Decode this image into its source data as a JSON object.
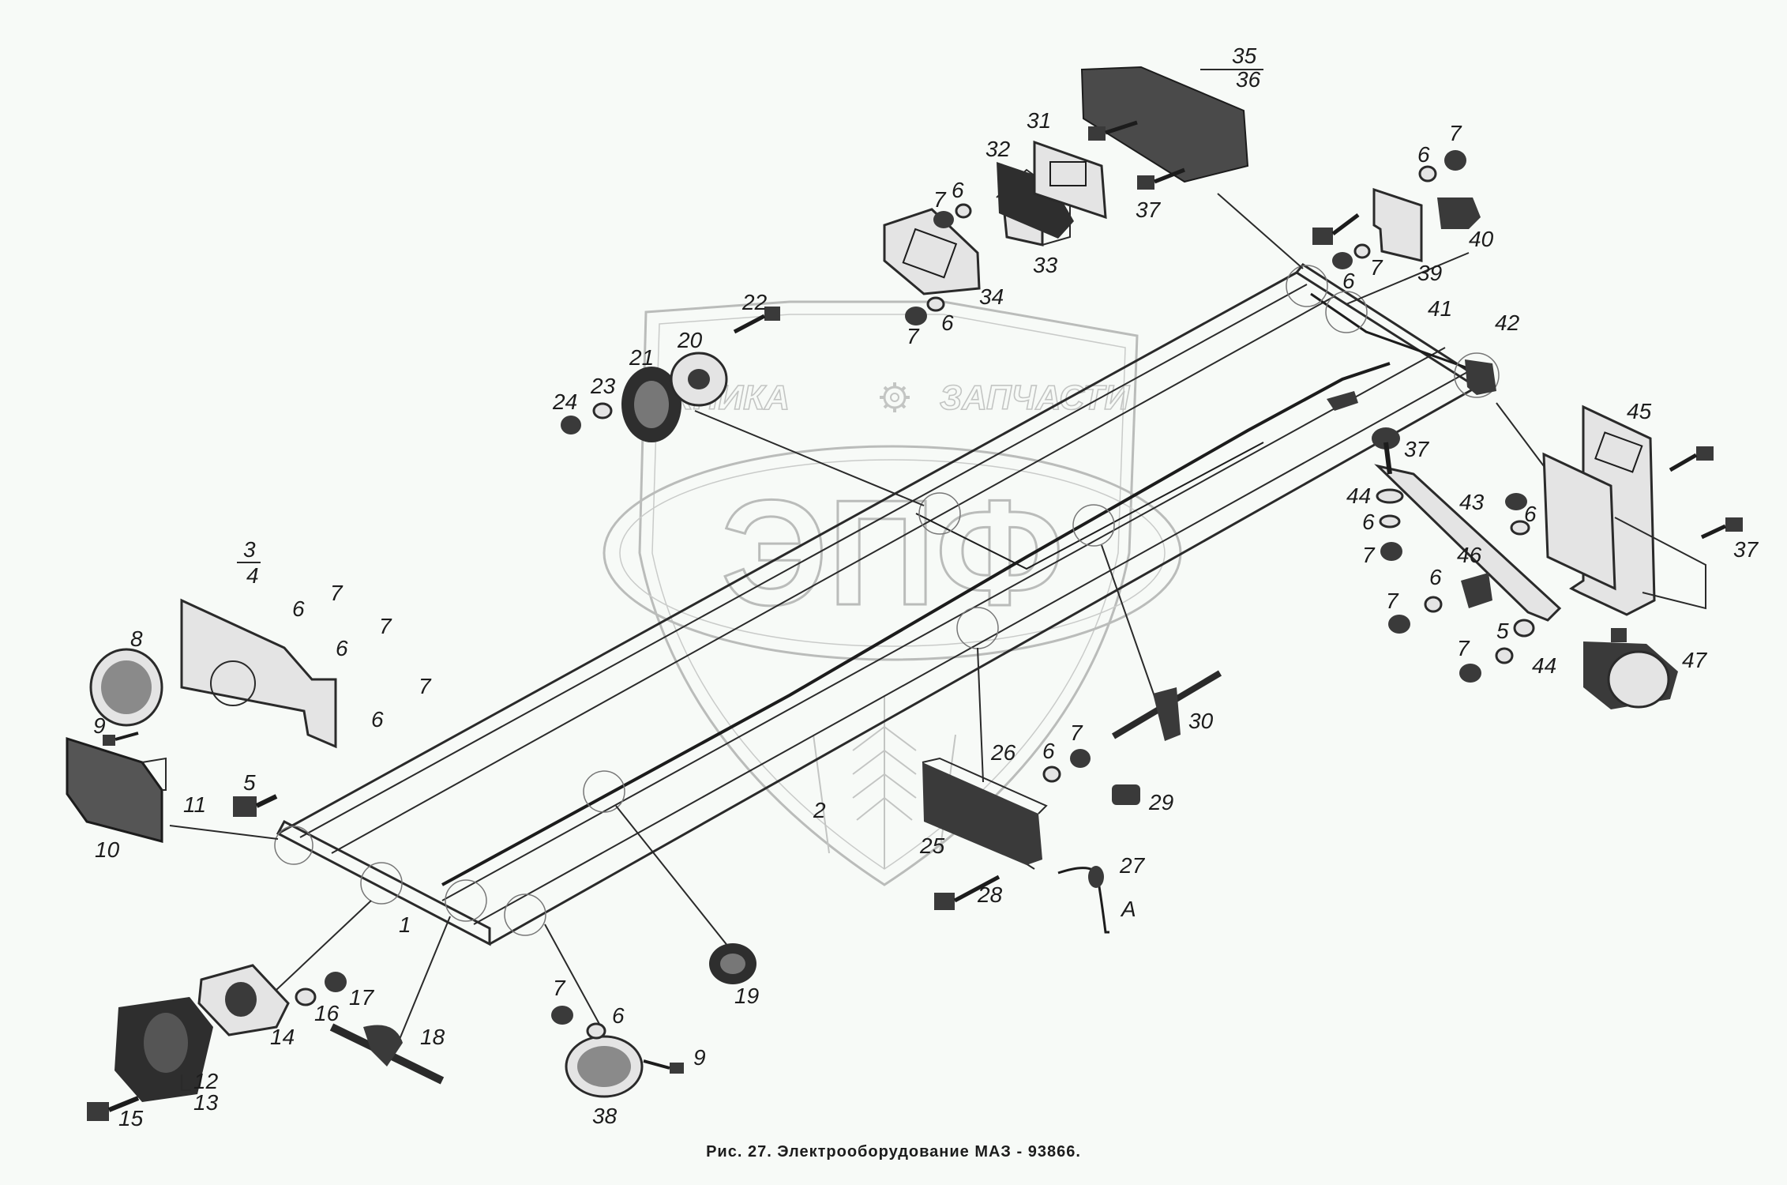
{
  "watermark": {
    "text_left": "ТЕХНИКА",
    "text_right": "ЗАПЧАСТИ",
    "logo_letters": "ЭПФ",
    "gear_icon": "gear-icon"
  },
  "caption": "Рис. 27. Электрооборудование МАЗ - 93866.",
  "callouts": {
    "p1": "1",
    "p2": "2",
    "p3": "3",
    "p4": "4",
    "p5a": "5",
    "p5b": "5",
    "p6a": "6",
    "p6b": "6",
    "p6c": "6",
    "p6d": "6",
    "p6e": "6",
    "p6f": "6",
    "p6g": "6",
    "p6h": "6",
    "p6i": "6",
    "p6j": "6",
    "p6k": "6",
    "p6l": "6",
    "p7a": "7",
    "p7b": "7",
    "p7c": "7",
    "p7d": "7",
    "p7e": "7",
    "p7f": "7",
    "p7g": "7",
    "p7h": "7",
    "p7i": "7",
    "p7j": "7",
    "p7k": "7",
    "p7l": "7",
    "p8": "8",
    "p9a": "9",
    "p9b": "9",
    "p10": "10",
    "p11": "11",
    "p12": "12",
    "p13": "13",
    "p14": "14",
    "p15": "15",
    "p16": "16",
    "p17": "17",
    "p18": "18",
    "p19": "19",
    "p20": "20",
    "p21": "21",
    "p22": "22",
    "p23": "23",
    "p24": "24",
    "p25": "25",
    "p26": "26",
    "p27": "27",
    "p28": "28",
    "p29": "29",
    "p30": "30",
    "p31": "31",
    "p32": "32",
    "p33": "33",
    "p34": "34",
    "p35": "35",
    "p36": "36",
    "p37a": "37",
    "p37b": "37",
    "p37c": "37",
    "p38": "38",
    "p39": "39",
    "p40": "40",
    "p41": "41",
    "p42": "42",
    "p43": "43",
    "p44a": "44",
    "p44b": "44",
    "p45": "45",
    "p46": "46",
    "p47": "47",
    "pA": "A"
  }
}
